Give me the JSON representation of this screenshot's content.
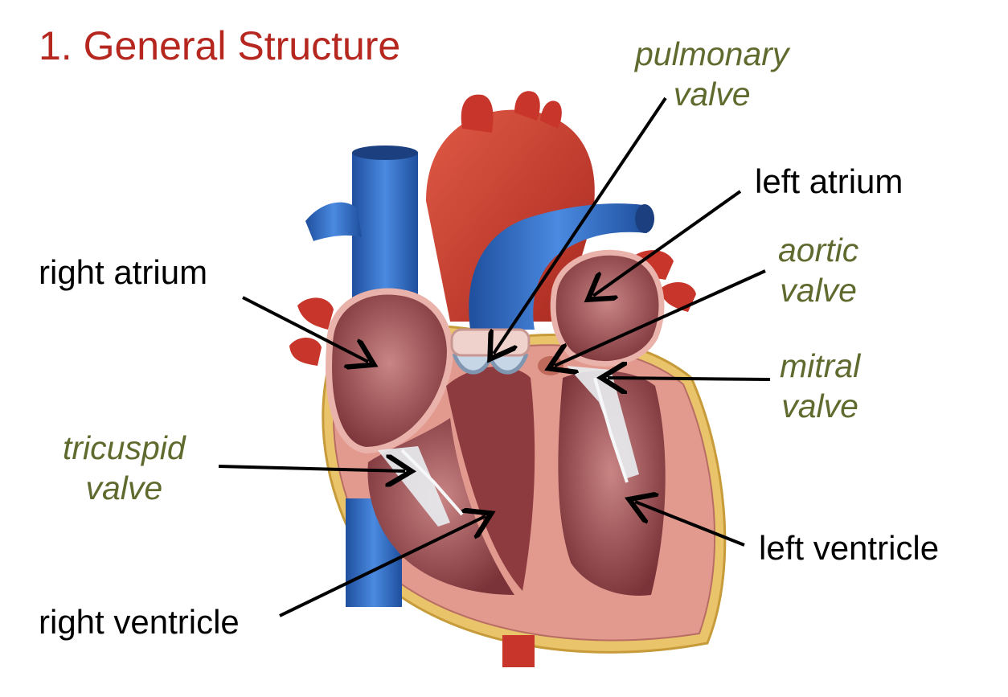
{
  "title": "1. General Structure",
  "labels": {
    "pulmonary_valve": [
      "pulmonary",
      "valve"
    ],
    "left_atrium": "left atrium",
    "right_atrium": "right atrium",
    "aortic_valve": [
      "aortic",
      "valve"
    ],
    "mitral_valve": [
      "mitral",
      "valve"
    ],
    "tricuspid_valve": [
      "tricuspid",
      "valve"
    ],
    "left_ventricle": "left ventricle",
    "right_ventricle": "right ventricle"
  },
  "colors": {
    "title": "#b5271f",
    "valve_label": "#5f6b2e",
    "chamber_label": "#000000",
    "vein_blue": "#2f6fc4",
    "artery_red": "#c8352a",
    "myocardium": "#e29a8f",
    "chamber_interior": "#9c4a4e"
  }
}
